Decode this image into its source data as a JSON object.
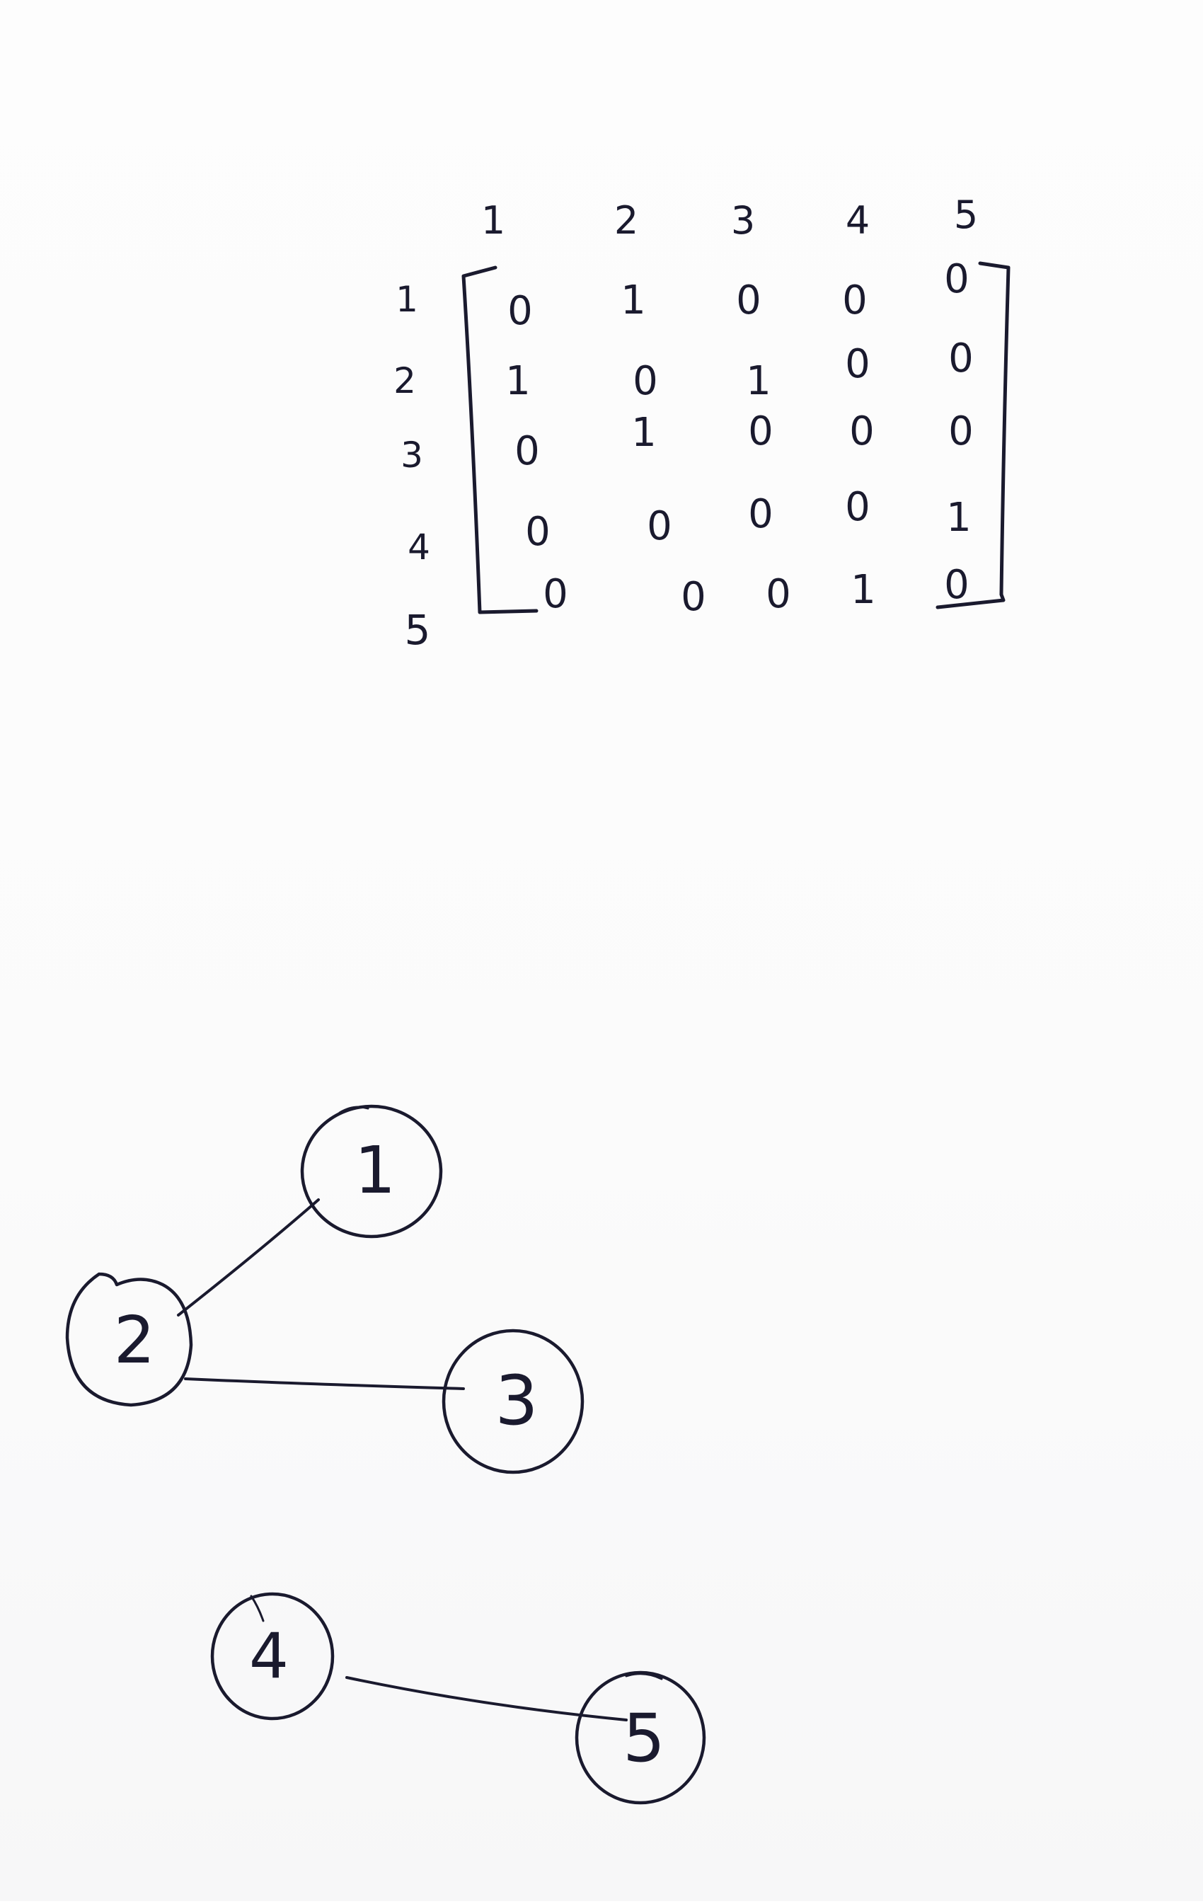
{
  "matrix": {
    "column_headers": [
      "1",
      "2",
      "3",
      "4",
      "5"
    ],
    "row_headers": [
      "1",
      "2",
      "3",
      "4",
      "5"
    ],
    "cells": [
      [
        "0",
        "1",
        "0",
        "0",
        "0"
      ],
      [
        "1",
        "0",
        "1",
        "0",
        "0"
      ],
      [
        "0",
        "1",
        "0",
        "0",
        "0"
      ],
      [
        "0",
        "0",
        "0",
        "0",
        "1"
      ],
      [
        "0",
        "0",
        "0",
        "1",
        "0"
      ]
    ]
  },
  "graph": {
    "nodes": [
      {
        "id": "1",
        "label": "1"
      },
      {
        "id": "2",
        "label": "2"
      },
      {
        "id": "3",
        "label": "3"
      },
      {
        "id": "4",
        "label": "4"
      },
      {
        "id": "5",
        "label": "5"
      }
    ],
    "edges": [
      {
        "from": "1",
        "to": "2"
      },
      {
        "from": "2",
        "to": "3"
      },
      {
        "from": "4",
        "to": "5"
      }
    ]
  },
  "colors": {
    "ink": "#1a1a2e",
    "paper": "#fdfdfd"
  }
}
